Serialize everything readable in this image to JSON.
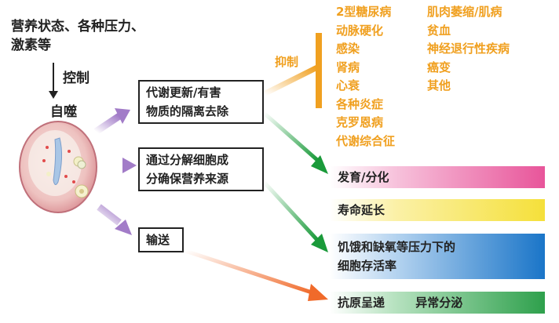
{
  "header": {
    "line1": "营养状态、各种压力、",
    "line2": "激素等"
  },
  "control_label": "控制",
  "autophagy_label": "自噬",
  "functions": {
    "box1": {
      "line1": "代谢更新/有害",
      "line2": "物质的隔离去除"
    },
    "box2": {
      "line1": "通过分解细胞成",
      "line2": "分确保营养来源"
    },
    "box3": {
      "line1": "输送"
    }
  },
  "inhibit_label": "抑制",
  "diseases_col1": [
    "2型糖尿病",
    "动脉硬化",
    "感染",
    "肾病",
    "心衰",
    "各种炎症",
    "克罗恩病",
    "代谢综合征"
  ],
  "diseases_col2": [
    "肌肉萎缩/肌病",
    "贫血",
    "神经退行性疾病",
    "癌变",
    "其他"
  ],
  "outcomes": {
    "development": "发育/分化",
    "longevity": "寿命延长",
    "survival_line1": "饥饿和缺氧等压力下的",
    "survival_line2": "细胞存活率",
    "antigen": "抗原呈递",
    "secretion": "异常分泌"
  },
  "colors": {
    "inhibit": "#f0a020",
    "development": "#e8559a",
    "longevity": "#f5e03a",
    "survival": "#1a75c8",
    "antigen": "#2ea04c"
  }
}
